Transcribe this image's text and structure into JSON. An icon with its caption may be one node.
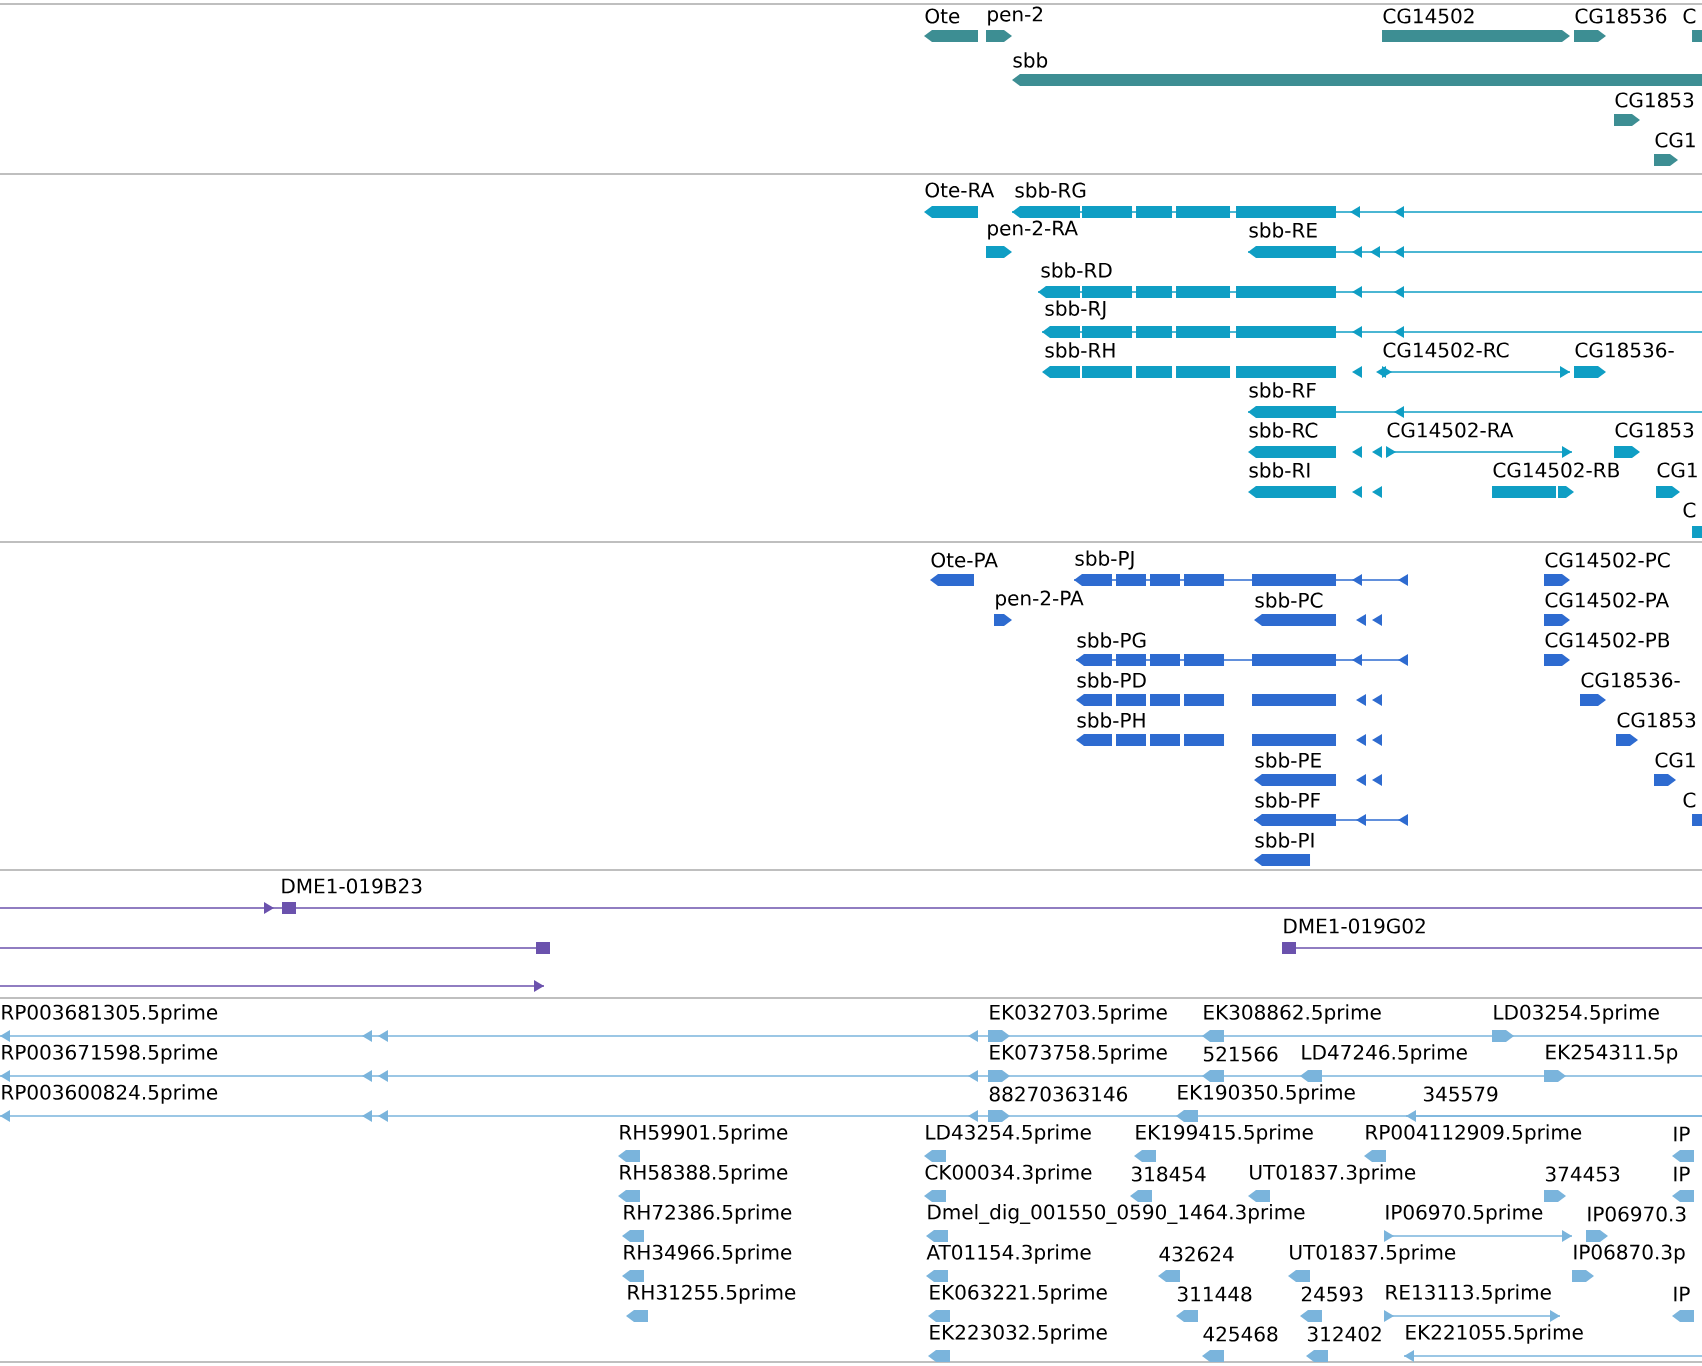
{
  "diagram": {
    "labels": [
      "Ote",
      "pen-2",
      "CG14502",
      "CG18536",
      "C",
      "sbb",
      "CG1853",
      "CG1",
      "Ote-RA",
      "sbb-RG",
      "pen-2-RA",
      "sbb-RE",
      "sbb-RD",
      "sbb-RJ",
      "sbb-RH",
      "CG14502-RC",
      "CG18536-",
      "sbb-RF",
      "sbb-RC",
      "CG14502-RA",
      "CG1853",
      "sbb-RI",
      "CG14502-RB",
      "CG1",
      "C",
      "Ote-PA",
      "sbb-PJ",
      "CG14502-PC",
      "pen-2-PA",
      "sbb-PC",
      "CG14502-PA",
      "sbb-PG",
      "CG14502-PB",
      "sbb-PD",
      "CG18536-",
      "sbb-PH",
      "CG1853",
      "sbb-PE",
      "CG1",
      "sbb-PF",
      "C",
      "sbb-PI",
      "DME1-019B23",
      "DME1-019G02",
      "RP003681305.5prime",
      "EK032703.5prime",
      "EK308862.5prime",
      "LD03254.5prime",
      "RP003671598.5prime",
      "EK073758.5prime",
      "521566",
      "LD47246.5prime",
      "EK254311.5p",
      "RP003600824.5prime",
      "88270363146",
      "EK190350.5prime",
      "345579",
      "RH59901.5prime",
      "LD43254.5prime",
      "EK199415.5prime",
      "RP004112909.5prime",
      "IP",
      "RH58388.5prime",
      "CK00034.3prime",
      "318454",
      "UT01837.3prime",
      "374453",
      "IP",
      "RH72386.5prime",
      "Dmel_dig_001550_0590_1464.3prime",
      "IP06970.5prime",
      "IP06970.3",
      "RH34966.5prime",
      "AT01154.3prime",
      "432624",
      "UT01837.5prime",
      "IP06870.3p",
      "RH31255.5prime",
      "EK063221.5prime",
      "311448",
      "24593",
      "RE13113.5prime",
      "IP",
      "EK223032.5prime",
      "425468",
      "312402",
      "EK221055.5prime"
    ]
  }
}
